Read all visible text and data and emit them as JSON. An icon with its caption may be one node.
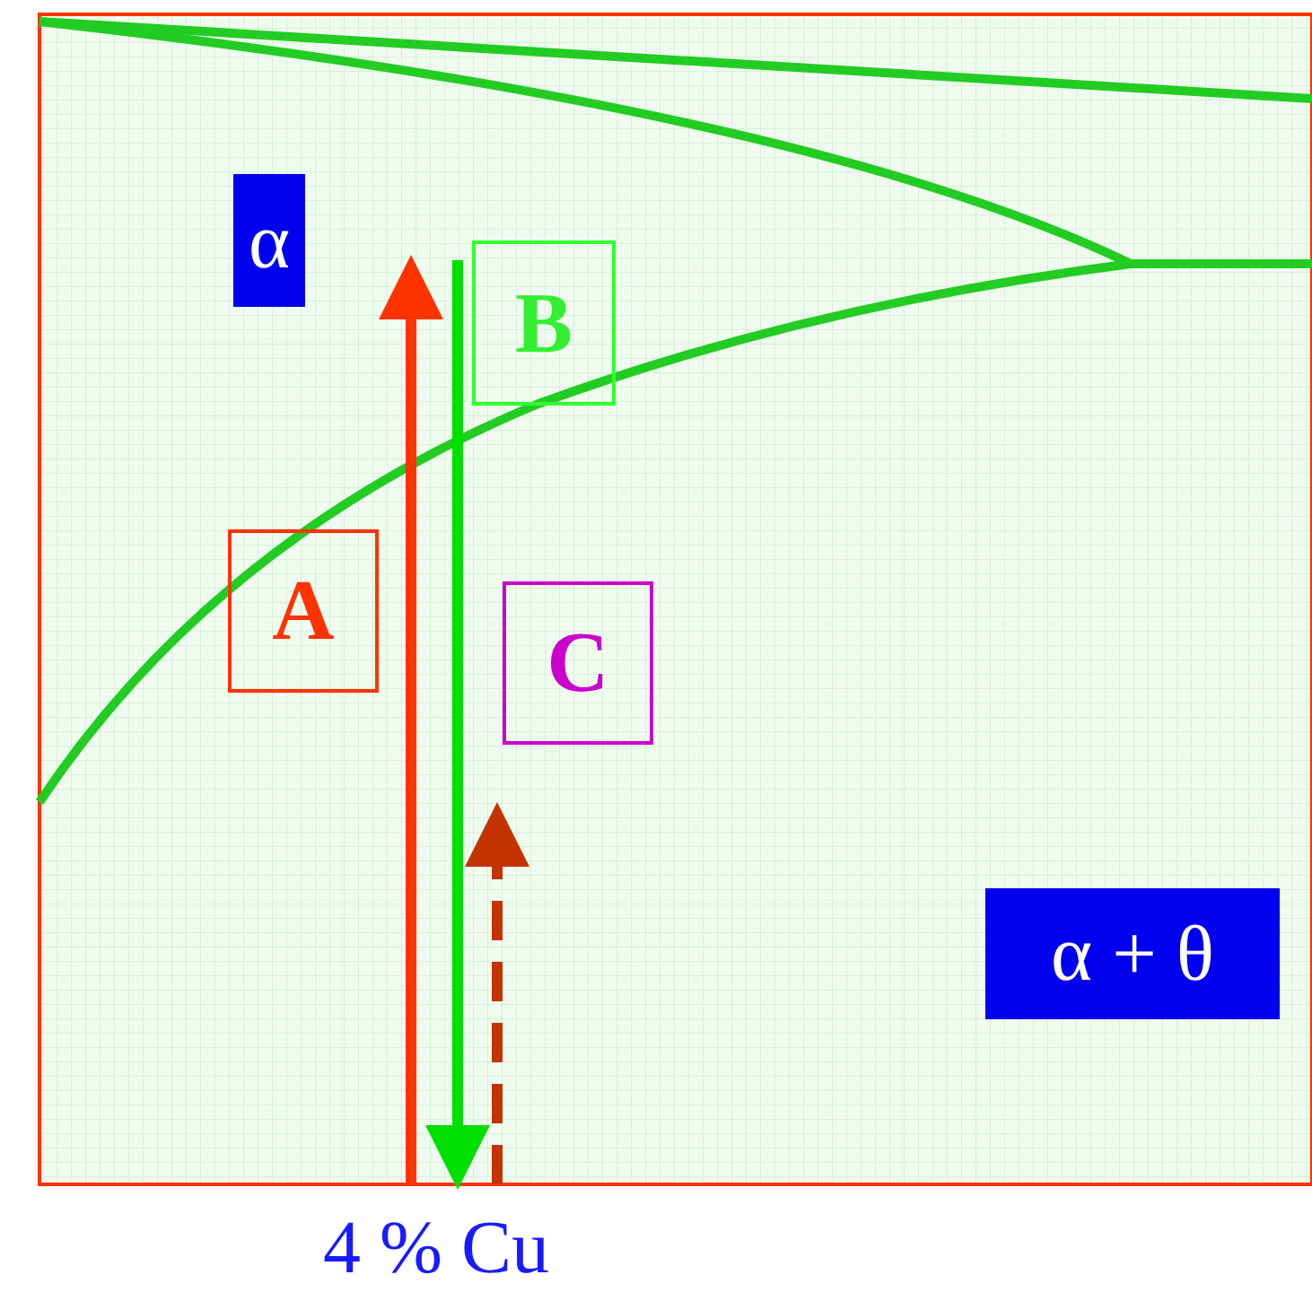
{
  "diagram": {
    "nodes": [
      {
        "text": [
          "α"
        ]
      },
      {
        "text": [
          "B"
        ]
      },
      {
        "text": [
          "A"
        ]
      },
      {
        "text": [
          "C"
        ]
      },
      {
        "text": [
          "α + θ"
        ]
      }
    ],
    "labels": [
      "4 % Cu"
    ]
  }
}
